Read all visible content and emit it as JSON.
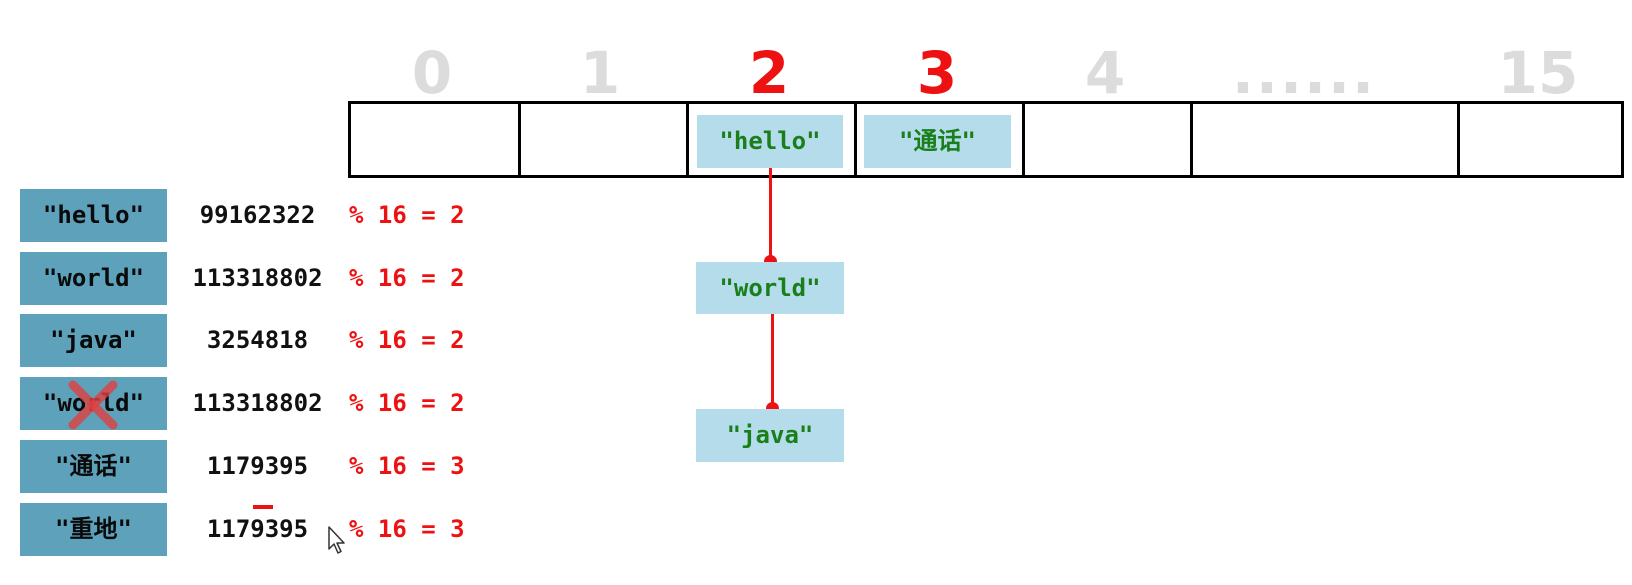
{
  "buckets": {
    "indices": [
      "0",
      "1",
      "2",
      "3",
      "4",
      "......",
      "15"
    ],
    "highlighted": [
      "2",
      "3"
    ],
    "contents": {
      "2": "\"hello\"",
      "3": "\"通话\""
    }
  },
  "chain": [
    "\"world\"",
    "\"java\""
  ],
  "rows": [
    {
      "key": "\"hello\"",
      "hash": "99162322",
      "mod": "% 16 = 2"
    },
    {
      "key": "\"world\"",
      "hash": "113318802",
      "mod": "% 16 = 2"
    },
    {
      "key": "\"java\"",
      "hash": "3254818",
      "mod": "% 16 = 2"
    },
    {
      "key": "\"world\"",
      "hash": "113318802",
      "mod": "% 16 = 2",
      "rejected": true
    },
    {
      "key": "\"通话\"",
      "hash": "1179395",
      "mod": "% 16 = 3"
    },
    {
      "key": "\"重地\"",
      "hash": "1179395",
      "mod": "% 16 = 3"
    }
  ],
  "colors": {
    "key_box": "#5da1bb",
    "chip": "#b4dcea",
    "chip_text": "#1a7f1a",
    "highlight": "#ee1111",
    "index_dim": "#dcdcdc"
  },
  "icons": [
    "x-mark-icon",
    "cursor-icon"
  ]
}
